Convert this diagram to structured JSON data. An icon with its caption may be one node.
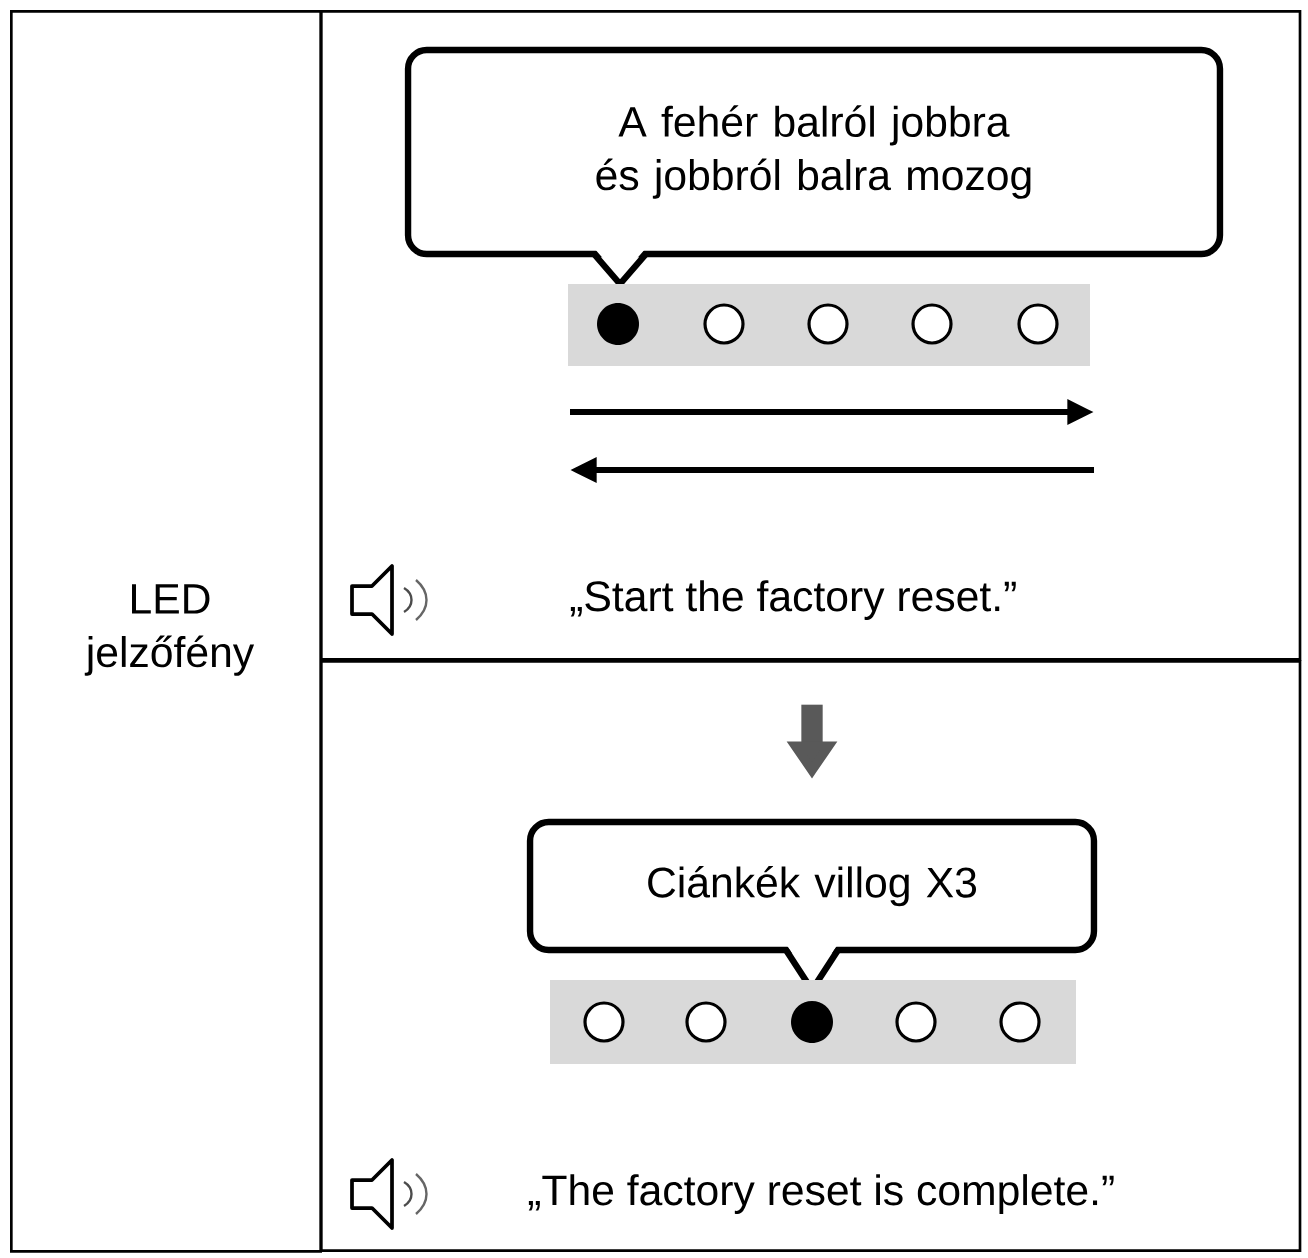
{
  "diagram": {
    "nodes": [
      {
        "text": [
          "LED jelzőfény"
        ]
      },
      {
        "text": [
          "„Start the factory reset.”"
        ]
      },
      {
        "text": [
          "A fehér balról jobbra és jobbról balra mozog"
        ],
        "in": 1
      },
      {
        "text": [
          "„The factory reset is complete.”"
        ]
      },
      {
        "text": [
          "Ciánkék villog X3"
        ],
        "in": 3
      }
    ],
    "edges": [
      {
        "from": 1,
        "to": 4,
        "arrow": "to"
      }
    ]
  }
}
